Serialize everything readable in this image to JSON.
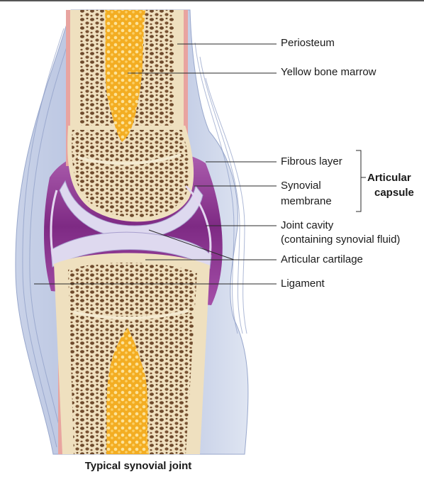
{
  "labels": {
    "periosteum": "Periosteum",
    "yellow_bone_marrow": "Yellow bone marrow",
    "fibrous_layer": "Fibrous layer",
    "synovial_membrane_line1": "Synovial",
    "synovial_membrane_line2": "membrane",
    "articular_capsule_line1": "Articular",
    "articular_capsule_line2": "capsule",
    "joint_cavity_line1": "Joint cavity",
    "joint_cavity_line2": "(containing synovial fluid)",
    "articular_cartilage": "Articular cartilage",
    "ligament": "Ligament"
  },
  "caption": "Typical synovial joint",
  "colors": {
    "bone": "#efe0bf",
    "spongy_holes": "#6e4a2c",
    "marrow": "#f5b52e",
    "marrow_light": "#fde59a",
    "cavity": "#8a2f8f",
    "cartilage": "#d9d6ee",
    "ligament": "#b9c6e0",
    "periosteum": "#e8a4a0"
  }
}
